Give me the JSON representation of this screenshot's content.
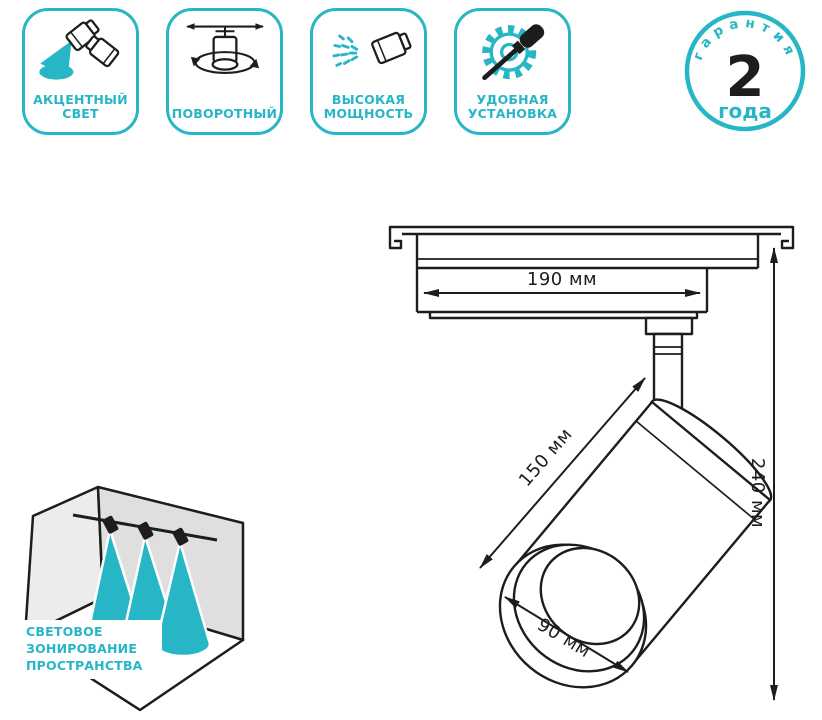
{
  "colors": {
    "accent": "#27b6c6",
    "ink": "#1d1d1b",
    "background": "#ffffff"
  },
  "features": [
    {
      "id": "accent-light",
      "line1": "АКЦЕНТНЫЙ",
      "line2": "СВЕТ"
    },
    {
      "id": "rotatable",
      "line1": "ПОВОРОТНЫЙ",
      "line2": ""
    },
    {
      "id": "high-power",
      "line1": "ВЫСОКАЯ",
      "line2": "МОЩНОСТЬ"
    },
    {
      "id": "easy-installation",
      "line1": "УДОБНАЯ",
      "line2": "УСТАНОВКА"
    }
  ],
  "warranty": {
    "arc_text": "гарантия",
    "value": "2",
    "unit": "года"
  },
  "dimensions": {
    "track_width": "190 мм",
    "body_length": "150 мм",
    "total_height": "240 мм",
    "face_diameter": "90 мм"
  },
  "zoning": {
    "line1": "СВЕТОВОЕ",
    "line2": "ЗОНИРОВАНИЕ",
    "line3": "ПРОСТРАНСТВА"
  }
}
